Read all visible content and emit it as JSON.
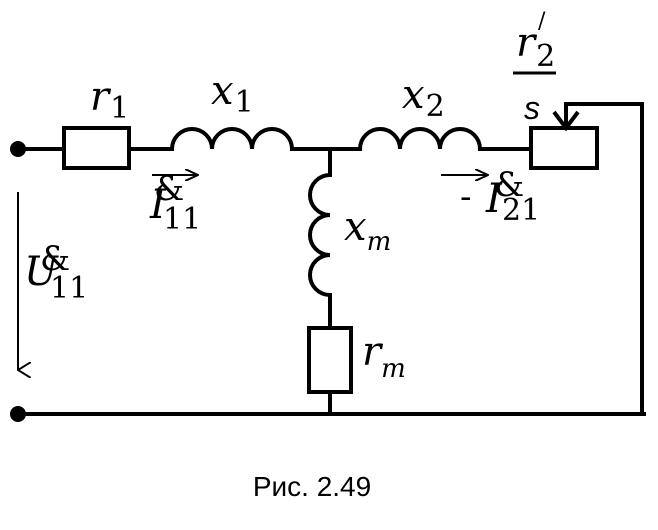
{
  "labels": {
    "r1": {
      "main": "r",
      "sub": "1"
    },
    "x1": {
      "main": "x",
      "sub": "1"
    },
    "x2": {
      "main": "x",
      "sub": "2"
    },
    "r2_prime": {
      "main": "r",
      "sub": "2",
      "sup": "/"
    },
    "s": "s",
    "xm": {
      "main": "x",
      "sub": "m"
    },
    "rm": {
      "main": "r",
      "sub": "m"
    },
    "I11": {
      "main": "I",
      "sub": "11",
      "dot": "&"
    },
    "I21": {
      "main": "I",
      "sub": "21",
      "dot": "&",
      "sign": "-"
    },
    "U11": {
      "main": "U",
      "sub": "11",
      "dot": "&"
    }
  },
  "caption": "Рис. 2.49"
}
